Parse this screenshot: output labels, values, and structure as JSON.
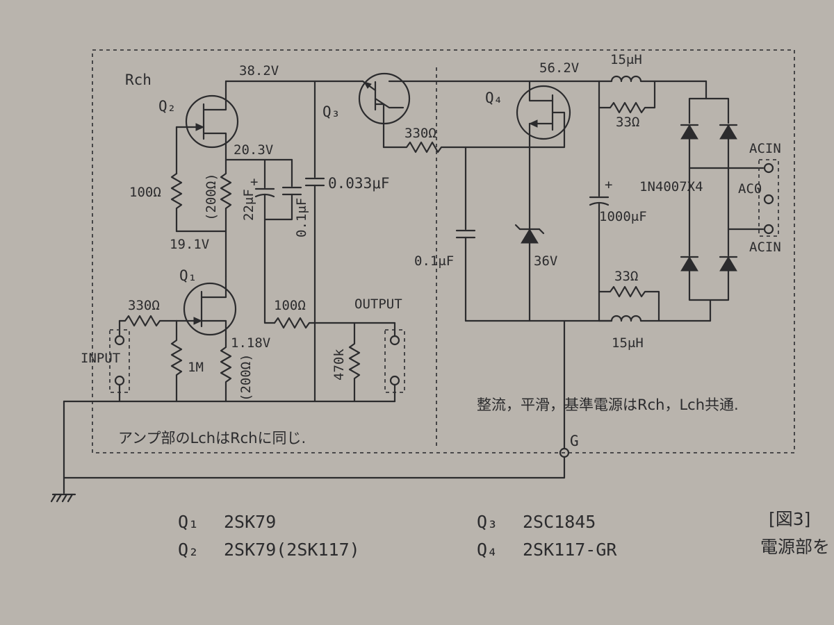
{
  "channel": "Rch",
  "voltages": {
    "v_top": "38.2V",
    "v_q2s": "20.3V",
    "v_mid": "19.1V",
    "v_q1": "1.18V",
    "v_supply": "56.2V"
  },
  "components": {
    "q1": "Q₁",
    "q2": "Q₂",
    "q3": "Q₃",
    "q4": "Q₄",
    "r_gate_q1": "330Ω",
    "r_1m": "1M",
    "r_200_bot": "(200Ω)",
    "r_100_left": "100Ω",
    "r_200_top": "(200Ω)",
    "c_22u": "22μF",
    "c_01u_a": "0.1μF",
    "c_0033u": "0.033μF",
    "r_100_out": "100Ω",
    "r_470k": "470k",
    "r_330_q3": "330Ω",
    "c_01u_b": "0.1μF",
    "zener": "36V",
    "c_1000u": "1000μF",
    "l_top": "15μH",
    "r_33_top": "33Ω",
    "r_33_bot": "33Ω",
    "l_bot": "15μH",
    "diodes": "1N4007X4",
    "plus": "+"
  },
  "terminals": {
    "input": "INPUT",
    "output": "OUTPUT",
    "acin_top": "ACIN",
    "acin_bot": "ACIN",
    "ac0": "AC0",
    "ground": "G"
  },
  "notes": {
    "power_note": "整流，平滑，基準電源はRch，Lch共通.",
    "amp_note": "アンプ部のLchはRchに同じ."
  },
  "legend": [
    {
      "label": "Q₁",
      "part": "2SK79"
    },
    {
      "label": "Q₂",
      "part": "2SK79(2SK117)"
    },
    {
      "label": "Q₃",
      "part": "2SC1845"
    },
    {
      "label": "Q₄",
      "part": "2SK117-GR"
    }
  ],
  "figure": {
    "number": "[図3]",
    "caption": "電源部を"
  }
}
